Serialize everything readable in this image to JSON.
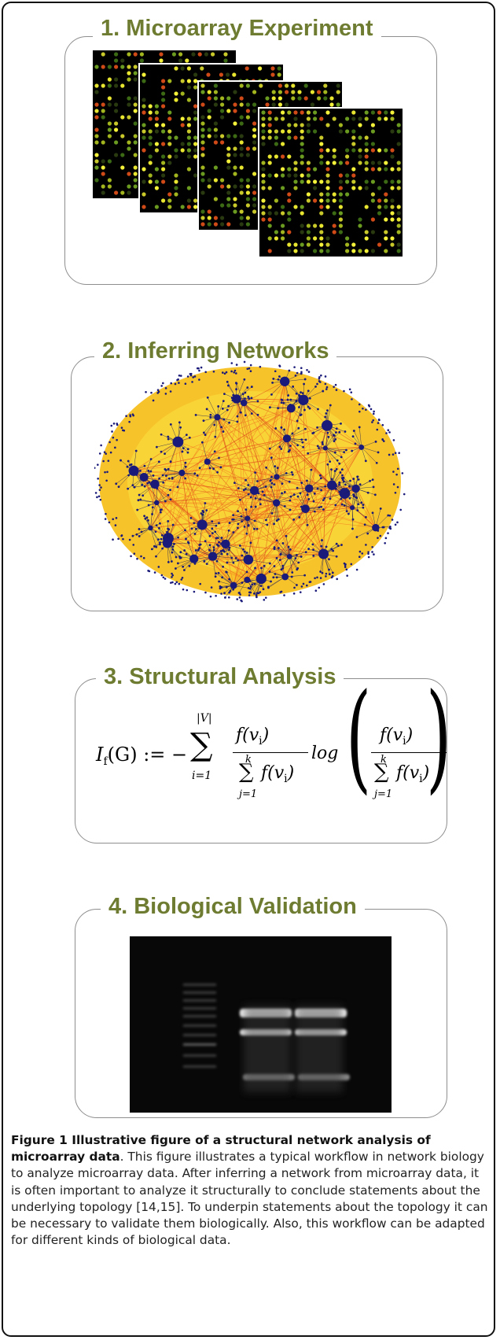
{
  "panels": [
    {
      "title": "1. Microarray Experiment"
    },
    {
      "title": "2. Inferring Networks"
    },
    {
      "title": "3. Structural Analysis"
    },
    {
      "title": "4. Biological Validation"
    }
  ],
  "formula": {
    "lhs": "I",
    "lhs_sub": "f",
    "lhs_arg": "(G) := −",
    "sum_upper": "|V|",
    "sum_lower": "i=1",
    "inner_sum_upper": "k",
    "inner_sum_lower": "j=1",
    "numerator": "f(v",
    "numerator_sub": "i",
    "denominator": "f(v",
    "denominator_sub": "i",
    "log": "log"
  },
  "caption": {
    "bold": "Figure 1 Illustrative figure of a structural network analysis of microarray data",
    "text": ". This figure illustrates a typical workflow in network biology to analyze microarray data. After inferring a network from microarray data, it is often important to analyze it structurally to conclude statements about the underlying topology [14,15]. To underpin statements about the topology it can be necessary to validate them biologically. Also, this workflow can be adapted for different kinds of biological data."
  },
  "colors": {
    "title": "#6e7c32",
    "border": "#8e8e8e",
    "network_node": "#1a1a7a",
    "network_edge": "#f07020"
  }
}
